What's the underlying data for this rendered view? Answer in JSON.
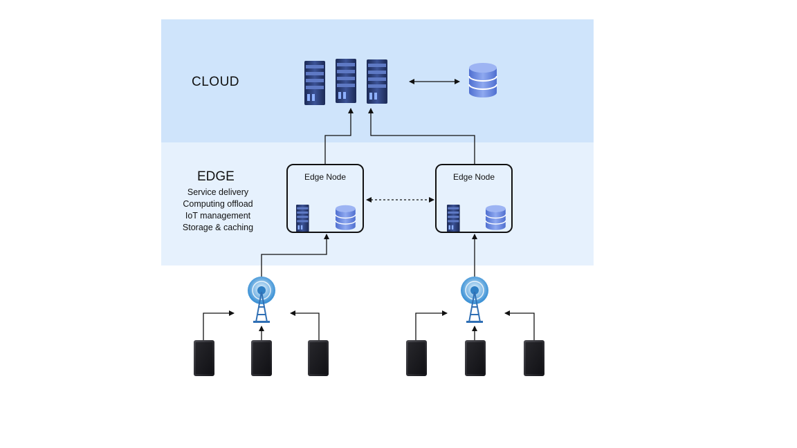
{
  "cloud": {
    "title": "CLOUD"
  },
  "edge": {
    "title": "EDGE",
    "services": [
      "Service delivery",
      "Computing offload",
      "IoT management",
      "Storage & caching"
    ]
  },
  "edge_nodes": [
    {
      "label": "Edge Node"
    },
    {
      "label": "Edge Node"
    }
  ],
  "colors": {
    "cloud_zone": "#cfe4fb",
    "edge_zone": "#e6f1fd",
    "server": "#2d3f78",
    "database": "#6f8fe0",
    "device": "#2a2a2e",
    "tower": "#5aa8e0"
  },
  "icons": [
    "server-icon",
    "database-icon",
    "cell-tower-icon",
    "mobile-device-icon"
  ]
}
